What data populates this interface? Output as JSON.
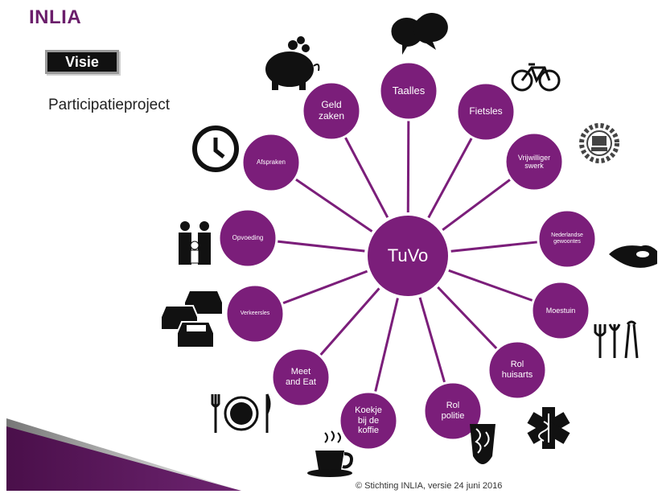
{
  "header": {
    "brand": "INLIA",
    "button": "Visie",
    "subtitle": "Participatieproject"
  },
  "footer": {
    "text": "© Stichting INLIA, versie 24 juni 2016"
  },
  "colors": {
    "node": "#7b1e7a",
    "node_border": "#ffffff",
    "spoke": "#7b1e7a",
    "brand": "#6b1e6b"
  },
  "diagram": {
    "center": {
      "label": "TuVo"
    },
    "nodes": [
      {
        "label": "Taalles",
        "icon": "language-icon"
      },
      {
        "label": "Fietsles",
        "icon": "bicycle-icon"
      },
      {
        "label": "Vrijwilliger\nswerk",
        "icon": "nl-doet-icon"
      },
      {
        "label": "Nederlandse\ngewoontes",
        "icon": "clog-icon"
      },
      {
        "label": "Moestuin",
        "icon": "garden-tools-icon"
      },
      {
        "label": "Rol\nhuisarts",
        "icon": "medical-star-icon"
      },
      {
        "label": "Rol\npolitie",
        "icon": "police-badge-icon"
      },
      {
        "label": "Koekje\nbij de\nkoffie",
        "icon": "coffee-cup-icon"
      },
      {
        "label": "Meet\nand Eat",
        "icon": "plate-cutlery-icon"
      },
      {
        "label": "Verkeersles",
        "icon": "cars-icon"
      },
      {
        "label": "Opvoeding",
        "icon": "family-icon"
      },
      {
        "label": "Afspraken",
        "icon": "clock-icon"
      },
      {
        "label": "Geld\nzaken",
        "icon": "piggy-bank-icon"
      }
    ]
  }
}
